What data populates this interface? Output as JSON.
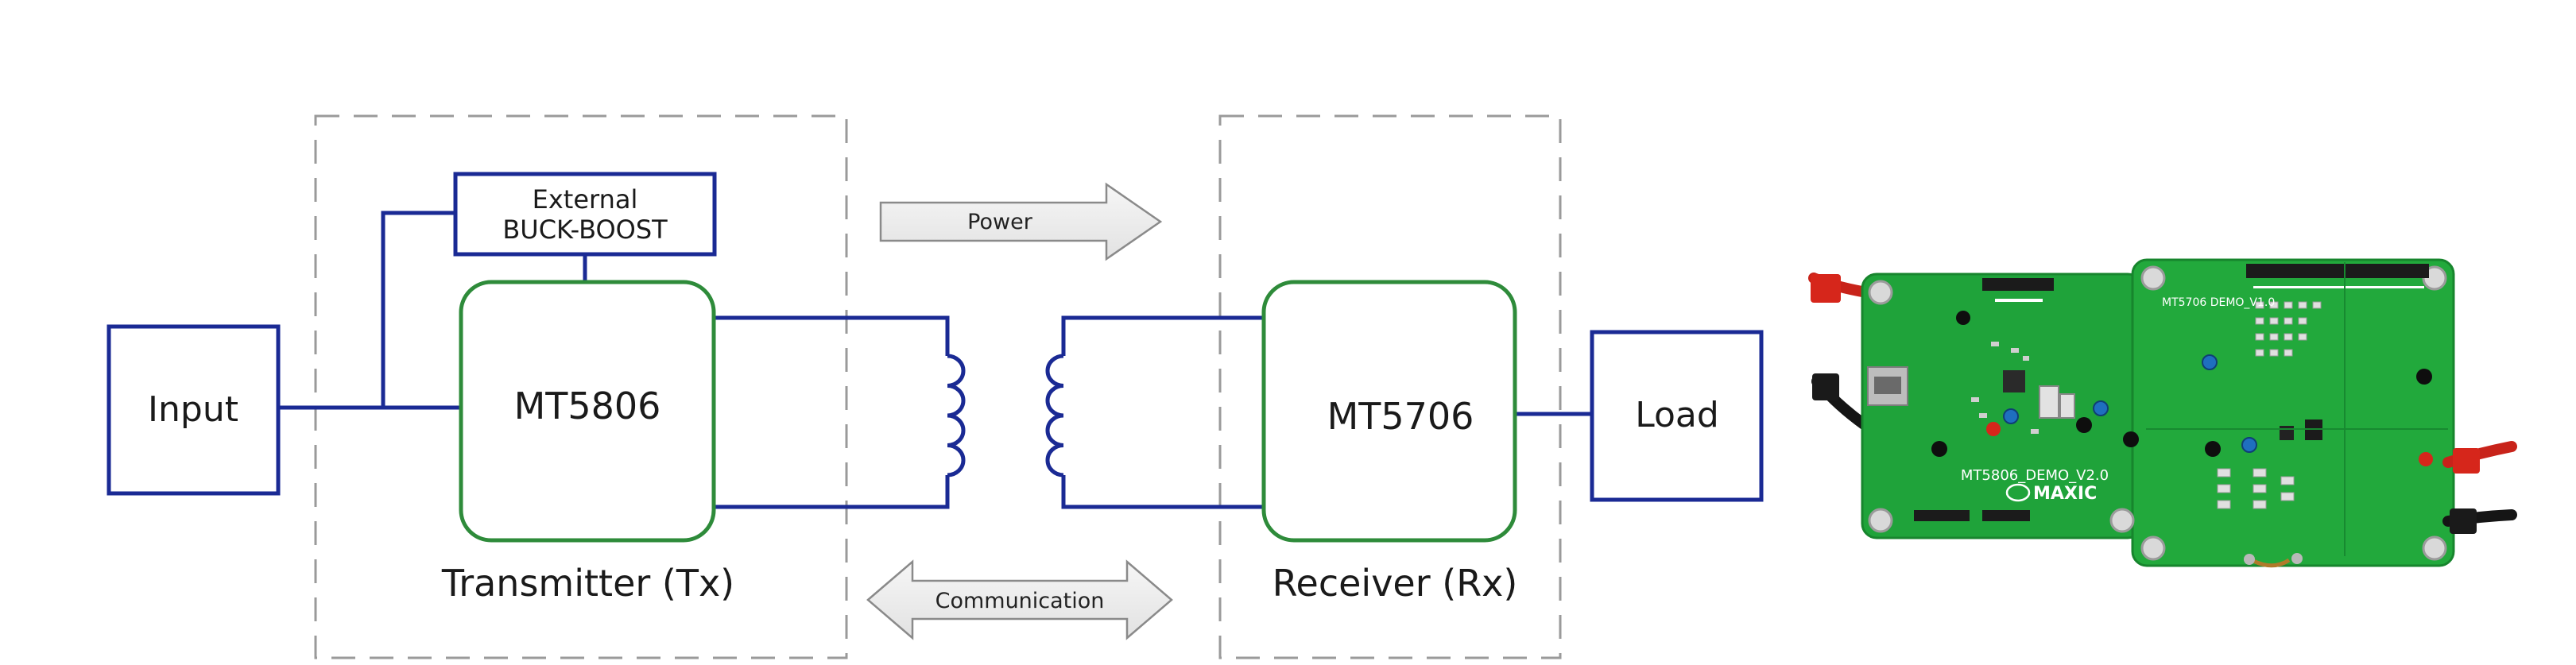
{
  "diagram": {
    "input_label": "Input",
    "load_label": "Load",
    "buck_boost": {
      "line1": "External",
      "line2": "BUCK-BOOST"
    },
    "tx_chip": "MT5806",
    "rx_chip": "MT5706",
    "tx_caption": "Transmitter (Tx)",
    "rx_caption": "Receiver (Rx)",
    "power_label": "Power",
    "communication_label": "Communication"
  },
  "board": {
    "tx_board_silkscreen": "MT5806_DEMO_V2.0",
    "rx_board_silkscreen": "MT5706 DEMO_V1.0",
    "logo_text": "MAXIC"
  },
  "colors": {
    "block_outline": "#1a2a94",
    "chip_outline": "#2e8b3a",
    "wire": "#1a2a94",
    "dashed_frame": "#9a9a9a",
    "arrow_fill": "#eeeeee",
    "arrow_stroke": "#8a8a8a",
    "pcb_green": "#1fa33a"
  }
}
